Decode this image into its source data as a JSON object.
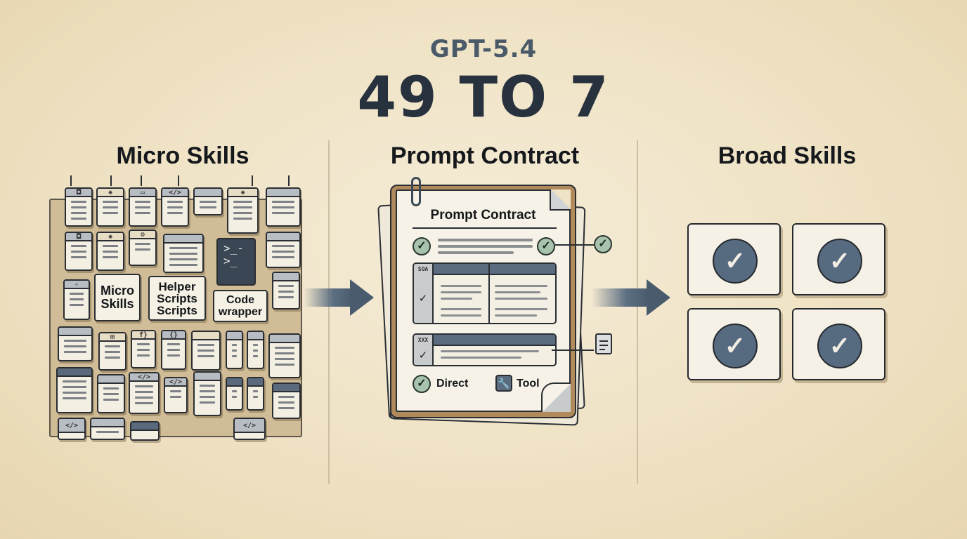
{
  "header": {
    "subtitle": "GPT-5.4",
    "title": "49 TO 7"
  },
  "columns": [
    {
      "title": "Micro Skills"
    },
    {
      "title": "Prompt Contract"
    },
    {
      "title": "Broad Skills"
    }
  ],
  "micro_skills": {
    "labels": {
      "micro_skills": [
        "Micro",
        "Skills"
      ],
      "helper_scripts": [
        "Helper",
        "Scripts",
        "Scripts"
      ],
      "code_wrapper": [
        "Code",
        "wrapper"
      ]
    },
    "terminal_lines": [
      ">_-",
      ">_"
    ],
    "code_glyph": "</>",
    "card_count": 49
  },
  "prompt_contract": {
    "document_title": "Prompt Contract",
    "table_tags": [
      "SOA",
      "XXX"
    ],
    "check_glyph": "✓",
    "footer": {
      "direct_label": "Direct",
      "tool_label": "Tool"
    }
  },
  "broad_skills": {
    "tiles": [
      {
        "icon": "✓"
      },
      {
        "icon": "✓"
      },
      {
        "icon": "✓"
      },
      {
        "icon": "✓"
      }
    ]
  },
  "colors": {
    "background": "#efe2c4",
    "title_text": "#27323e",
    "subtitle_text": "#4b5a68",
    "arrow": "#4a5b6e",
    "badge": "#566a80",
    "check_green": "#a7c3ad",
    "clipboard": "#b08a5a"
  }
}
